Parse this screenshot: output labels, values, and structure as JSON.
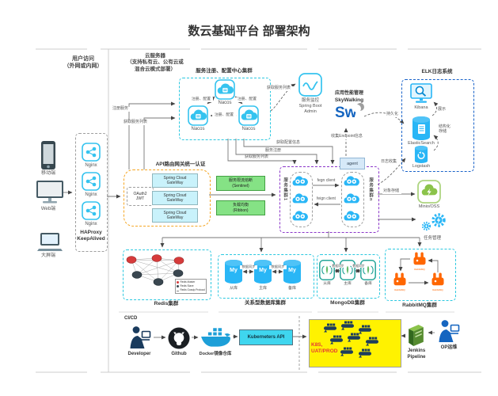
{
  "title": "数云基础平台 部署架构",
  "lanes": {
    "user": "用户访问\n（外网或内网）",
    "cloud": "云服务器\n（支持私有云、公有云或\n混合云模式部署）"
  },
  "devices": {
    "mobile": "移动端",
    "web": "Web端",
    "screen": "大屏端"
  },
  "lb": {
    "nginx": "Nginx",
    "ha": "HAProxy\nKeepAlived"
  },
  "nacos": {
    "title": "服务注册、配置中心集群",
    "node": "Nacos",
    "edge": "注册、配置",
    "reg": "注册服务",
    "list": "获取服务列表"
  },
  "admin": {
    "list": "获取服务列表",
    "caption": "服务监控\nSpring Boot\nAdmin"
  },
  "sky": {
    "title": "应用性能管理",
    "name": "SkyWalking",
    "logo": "Sw",
    "collect": "收集Endpoint信息",
    "persist": "持久化"
  },
  "elk": {
    "title": "ELK日志系统",
    "kibana": "Kibana",
    "es": "ElasticSearch",
    "logstash": "Logstash",
    "show": "展示",
    "store": "结构化\n存储",
    "collect": "日志收集"
  },
  "gateway": {
    "title": "API路由网关统一认证",
    "oauth": "OAuth2\nJWT",
    "gw": "Spring Cloud\nGateWay"
  },
  "mid": {
    "sentinel": "服务限流熔断\n(Sentinel)",
    "ribbon": "负载均衡\n(Ribbon)",
    "config": "获取配置信息",
    "reg": "服务注册",
    "list": "获取服务列表"
  },
  "svc": {
    "agent": "agent",
    "c1": "服务集群1",
    "cn": "服务集群n",
    "feign_top": "fegn client",
    "feign_bottom": "feign client"
  },
  "right": {
    "oss": "对象存储",
    "minio": "Minio/OSS",
    "task": "任务管理"
  },
  "redis": {
    "label": "Redis集群",
    "legend": [
      "Redis Master",
      "Redis Slave",
      "Redis Gossip Protocol"
    ]
  },
  "mysql": {
    "label": "关系型数据库集群",
    "brand": "My",
    "nodes": [
      "从库",
      "主库",
      "备库"
    ],
    "sync": "数据同步"
  },
  "mongo": {
    "label": "MongoDB集群",
    "nodes": [
      "从库",
      "主库",
      "备库"
    ],
    "sync": "数据同步"
  },
  "rabbit": {
    "label": "RabbitMQ集群",
    "brand": "RabbitMQ"
  },
  "cicd": {
    "title": "CI/CD",
    "dev": "Developer",
    "github": "Github",
    "docker": "Docker镜像仓库",
    "k8s": "Kuberneters API",
    "env": "K8S,\nUAT/PROD",
    "jenkins": "Jenkins\nPipeline",
    "op": "OP运维"
  },
  "colors": {
    "accent_cyan": "#2bc8e0",
    "icon_blue": "#29b6f6",
    "orange_border": "#f5a623",
    "purple_border": "#8b36c9",
    "green_box": "#85e285",
    "elk_blue": "#1a63c9",
    "yellow_box": "#fff200",
    "red_text": "#e53935",
    "rabbit_orange": "#ff6600",
    "redis_master": "#d63b3b",
    "redis_slave": "#3a4750",
    "sky_blue": "#1565c0"
  }
}
